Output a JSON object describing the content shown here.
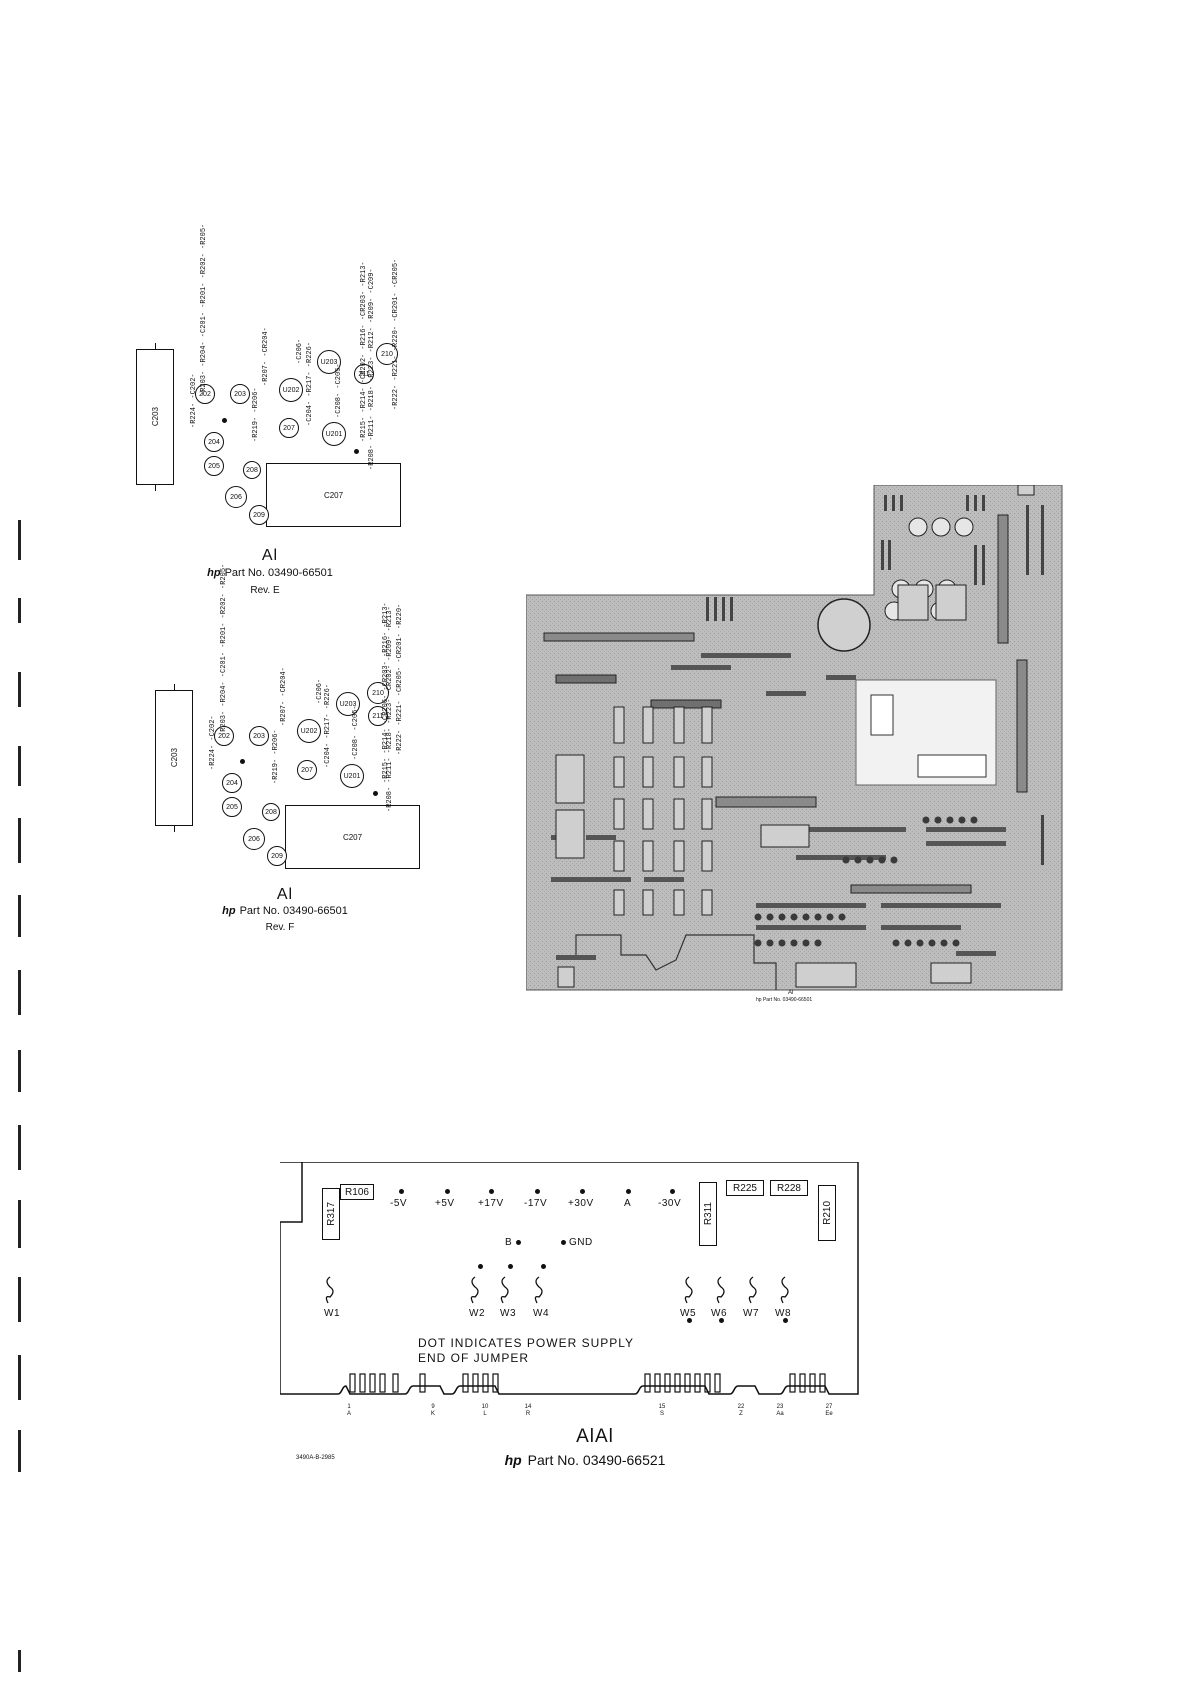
{
  "board_e": {
    "title": "Al",
    "hp": "hp",
    "part": "Part No. 03490-66501",
    "rev": "Rev. E",
    "c203": "C203",
    "c207": "C207",
    "transistors": [
      "202",
      "203",
      "204",
      "205",
      "206",
      "207",
      "208",
      "209",
      "210",
      "211"
    ],
    "ics": [
      "U201",
      "U202",
      "U203"
    ],
    "label_cols": [
      "-R203- -R204- -C201- -R201- -R202- -R205-",
      "-R224- -C202-",
      "-R207- -CR204-",
      "-C206-",
      "-C204- -R217- -R226-",
      "-C208- -C205-",
      "-R215- -R214- -CR202- -R216- -CR203- -R213-",
      "-R222- -R221- -R220- -CR201- -CR205-",
      "-R208- -R211- -R218- -R223- -R212- -R209- -C209-",
      "-R219- -R206-"
    ]
  },
  "board_f": {
    "title": "Al",
    "hp": "hp",
    "part": "Part No. 03490-66501",
    "rev": "Rev. F",
    "c203": "C203",
    "c207": "C207",
    "transistors": [
      "202",
      "203",
      "204",
      "205",
      "206",
      "207",
      "208",
      "209",
      "210",
      "211"
    ],
    "ics": [
      "U201",
      "U202",
      "U203"
    ],
    "label_cols": [
      "-R203- -R204- -C201- -R201- -R202- -R205-",
      "-R224- -C202-",
      "-R207- -CR204-",
      "-C206-",
      "-C204- -R217- -R226-",
      "-C208- -C205-",
      "-R215- -R214- -CR206- -CR203- -R216- -R213-",
      "-R222- -R221- -CR205- -CR201- -R220-",
      "-R208- -R211- -R218- -R223- -CR202- -R209- -R213-",
      "-R219- -R206-"
    ]
  },
  "photo": {
    "title": "Al",
    "part": "hp Part No. 03490-66501"
  },
  "a1a1": {
    "resistors": [
      "R106",
      "R317",
      "R311",
      "R225",
      "R228",
      "R210"
    ],
    "supplies": [
      "-5V",
      "+5V",
      "+17V",
      "-17V",
      "+30V",
      "A",
      "-30V"
    ],
    "b_label": "B",
    "gnd_label": "GND",
    "jumpers": [
      "W1",
      "W2",
      "W3",
      "W4",
      "W5",
      "W6",
      "W7",
      "W8"
    ],
    "note_line1": "DOT  INDICATES  POWER  SUPPLY",
    "note_line2": "END  OF  JUMPER",
    "pins": [
      {
        "num": "1",
        "letter": "A"
      },
      {
        "num": "9",
        "letter": "K"
      },
      {
        "num": "10",
        "letter": "L"
      },
      {
        "num": "14",
        "letter": "R"
      },
      {
        "num": "15",
        "letter": "S"
      },
      {
        "num": "22",
        "letter": "Z"
      },
      {
        "num": "23",
        "letter": "Aa"
      },
      {
        "num": "27",
        "letter": "Ee"
      }
    ],
    "title": "AlAl",
    "hp": "hp",
    "part": "Part No. 03490-66521",
    "drawing_no": "3490A-B-2985"
  }
}
